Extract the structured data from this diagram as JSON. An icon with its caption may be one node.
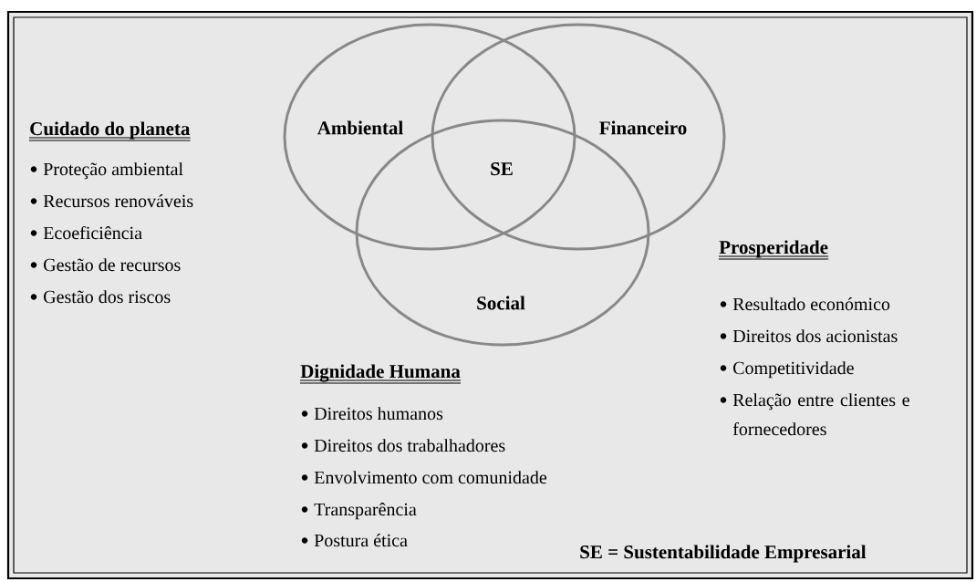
{
  "diagram": {
    "nodes": [
      {
        "text": [
          "Ambiental"
        ]
      },
      {
        "text": [
          "Financeiro"
        ]
      },
      {
        "text": [
          "Social"
        ]
      }
    ],
    "edges": [],
    "labels": [
      "Cuidado do planeta",
      "Proteção ambiental",
      "Recursos renováveis",
      "Ecoeficiência",
      "Gestão de recursos",
      "Gestão dos riscos",
      "SE",
      "Prosperidade",
      "Resultado económico",
      "Direitos dos acionistas",
      "Competitividade",
      "Relação entre clientes e fornecedores",
      "Dignidade Humana",
      "Direitos humanos",
      "Direitos dos trabalhadores",
      "Envolvimento com comunidade",
      "Transparência",
      "Postura ética",
      "SE = Sustentabilidade Empresarial"
    ]
  }
}
